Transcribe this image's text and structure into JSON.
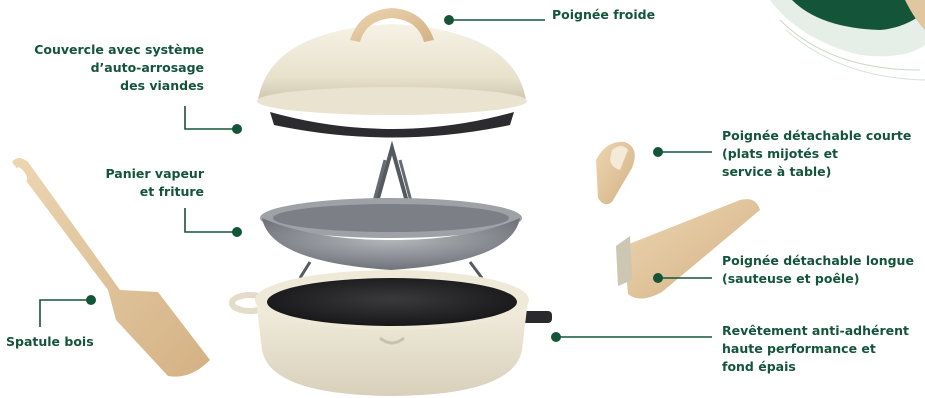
{
  "colors": {
    "brand_green": "#14553a",
    "cream": "#ede6d3",
    "wood": "#e1c7a0",
    "nonstick": "#2a2a2c",
    "basket_steel": "#8e9196"
  },
  "labels": {
    "handle_cold": [
      "Poignée froide"
    ],
    "lid": [
      "Couvercle avec système",
      "d’auto-arrosage",
      "des viandes"
    ],
    "steam_basket": [
      "Panier vapeur",
      "et friture"
    ],
    "spatula": [
      "Spatule bois"
    ],
    "short_handle": [
      "Poignée détachable courte",
      "(plats mijotés et",
      "service à table)"
    ],
    "long_handle": [
      "Poignée détachable longue",
      "(sauteuse et poêle)"
    ],
    "coating": [
      "Revêtement anti-adhérent",
      "haute performance et",
      "fond épais"
    ]
  },
  "icons": {
    "callout_marker": "filled-circle",
    "corner_decoration": "green-leaf-swirl"
  }
}
